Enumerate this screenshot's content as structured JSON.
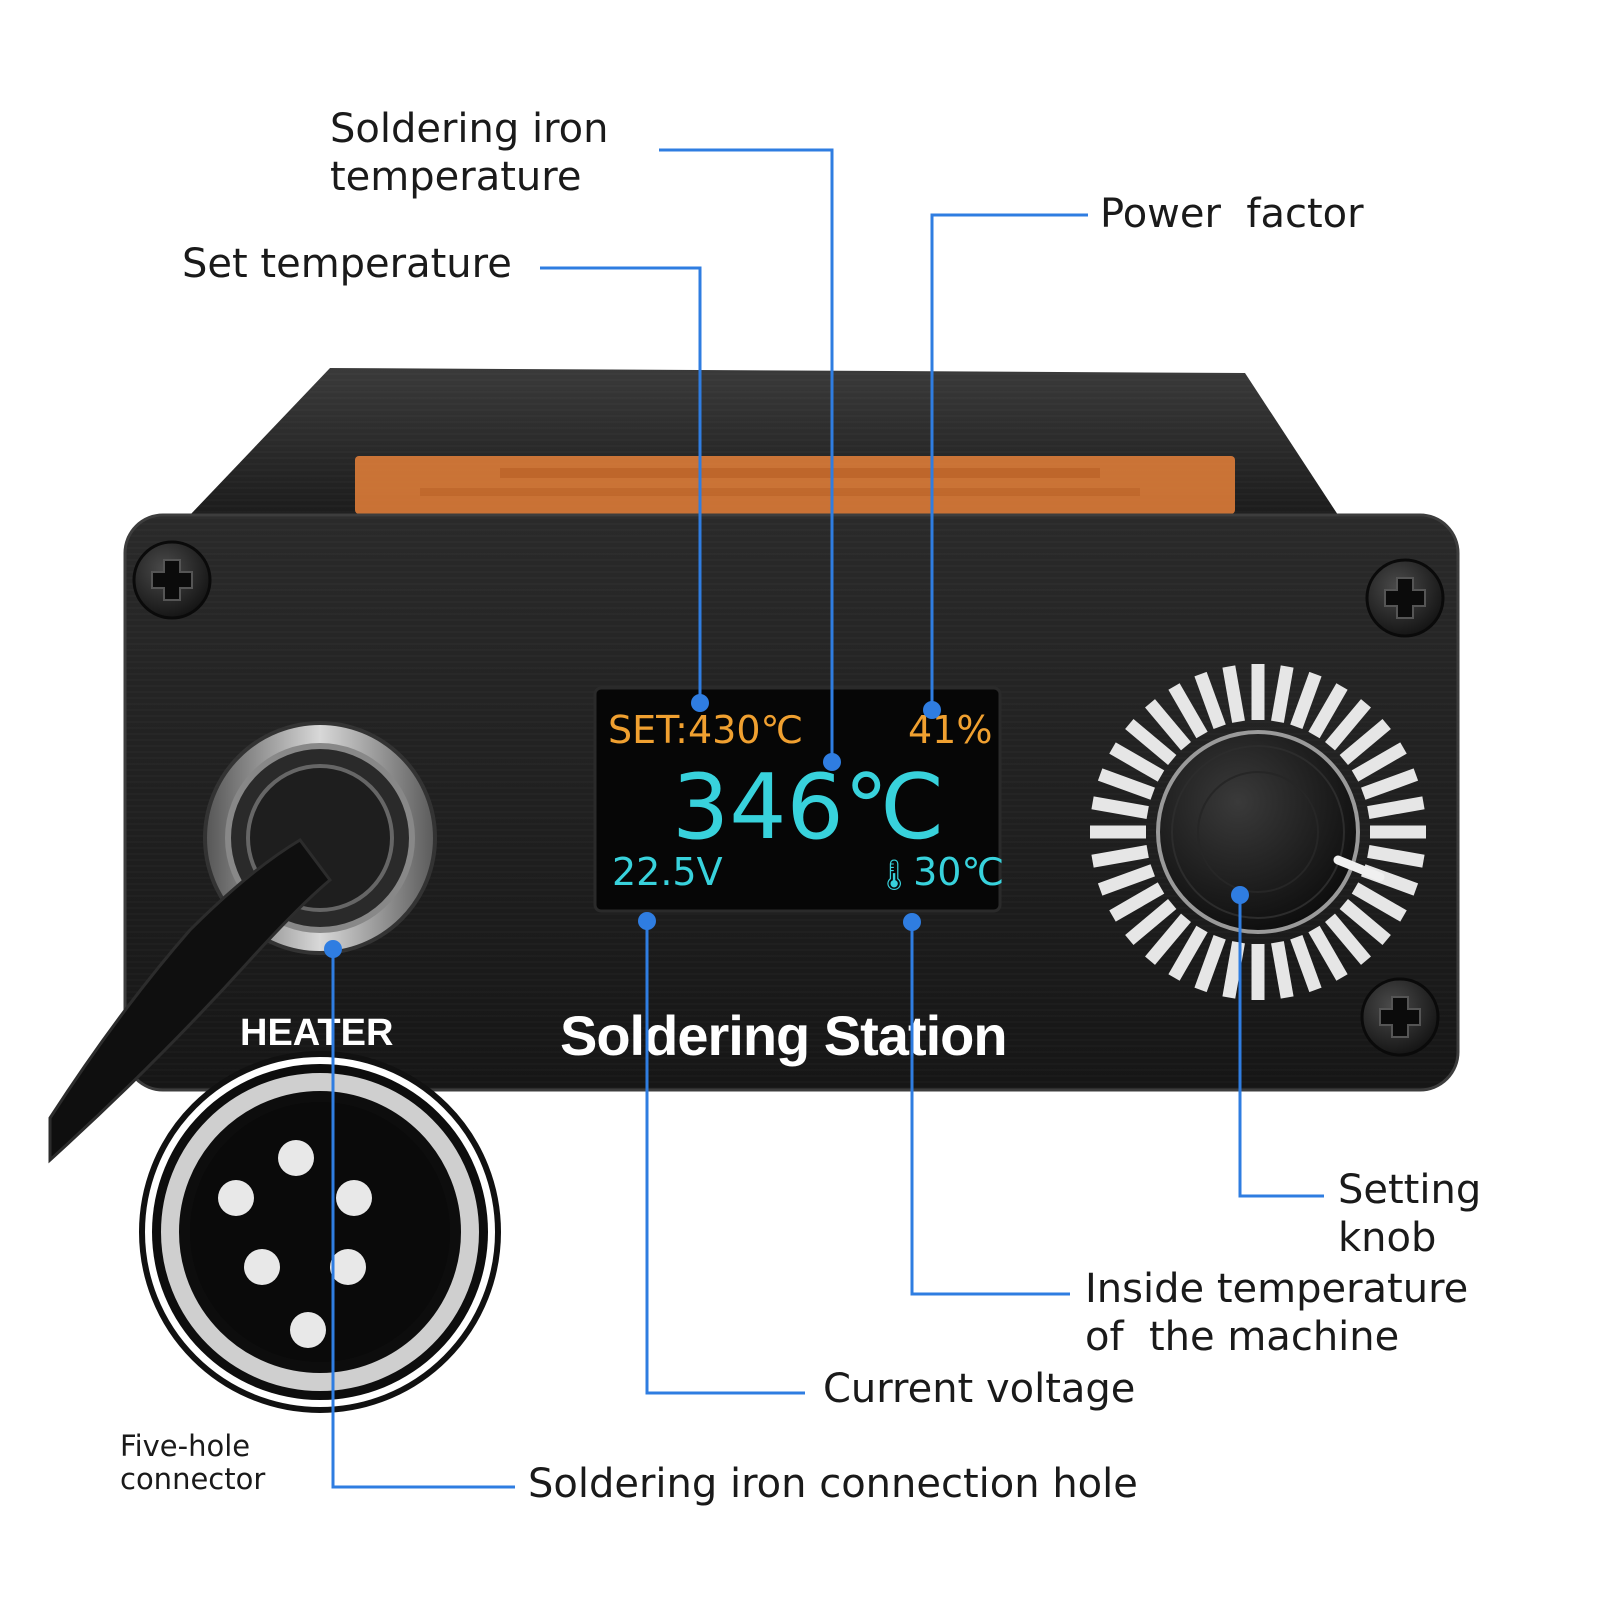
{
  "labels": {
    "iron_temp": [
      "Soldering iron",
      "temperature"
    ],
    "set_temp": "Set temperature",
    "power_factor": "Power  factor",
    "setting_knob": [
      "Setting",
      "knob"
    ],
    "inside_temp": [
      "Inside temperature",
      "of  the machine"
    ],
    "current_voltage": "Current voltage",
    "five_hole": [
      "Five-hole",
      "connector"
    ],
    "connection_hole": "Soldering iron connection hole"
  },
  "display": {
    "set_value": "SET:430℃",
    "power_value": "41%",
    "iron_value": "346℃",
    "voltage_value": "22.5V",
    "inside_value": "30℃"
  },
  "device": {
    "brand": "Soldering Station",
    "port_label": "HEATER"
  },
  "colors": {
    "leader": "#2f7de1",
    "set_text": "#f0a030",
    "iron_text": "#38d2dc",
    "lcd_bg": "#060606"
  }
}
